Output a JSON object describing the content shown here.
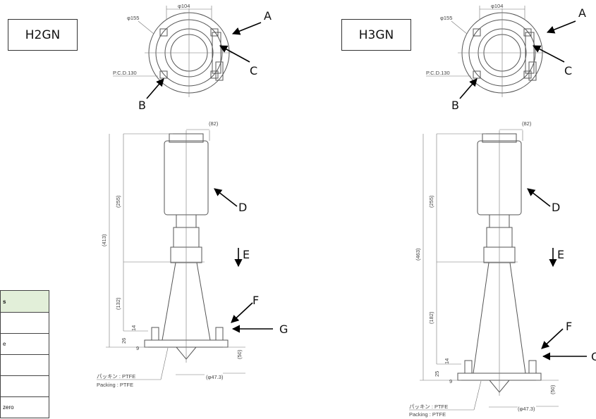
{
  "models": {
    "left": {
      "code": "H2GN",
      "overall_dim": "(413)",
      "lower_dim": "(132)"
    },
    "right": {
      "code": "H3GN",
      "overall_dim": "(463)",
      "lower_dim": "(182)"
    }
  },
  "top_view_dims": {
    "width": "φ104",
    "diameter": "φ155",
    "pcd": "P.C.D.130"
  },
  "side_dims": {
    "head_offset": "(82)",
    "housing_height": "(255)",
    "flange_t": "26",
    "bolt_h": "14",
    "plate": "9",
    "nozzle": "(50)",
    "horn_dia": "(φ47.3)"
  },
  "right_side_dims": {
    "flange_t": "25"
  },
  "packing": {
    "jp": "パッキン : PTFE",
    "en": "Packing : PTFE"
  },
  "callouts": {
    "a": "A",
    "b": "B",
    "c": "C",
    "d": "D",
    "e": "E",
    "f": "F",
    "g": "G"
  },
  "partial_table": {
    "header": "s",
    "rows": [
      "",
      "e",
      "",
      "",
      "zero"
    ]
  }
}
